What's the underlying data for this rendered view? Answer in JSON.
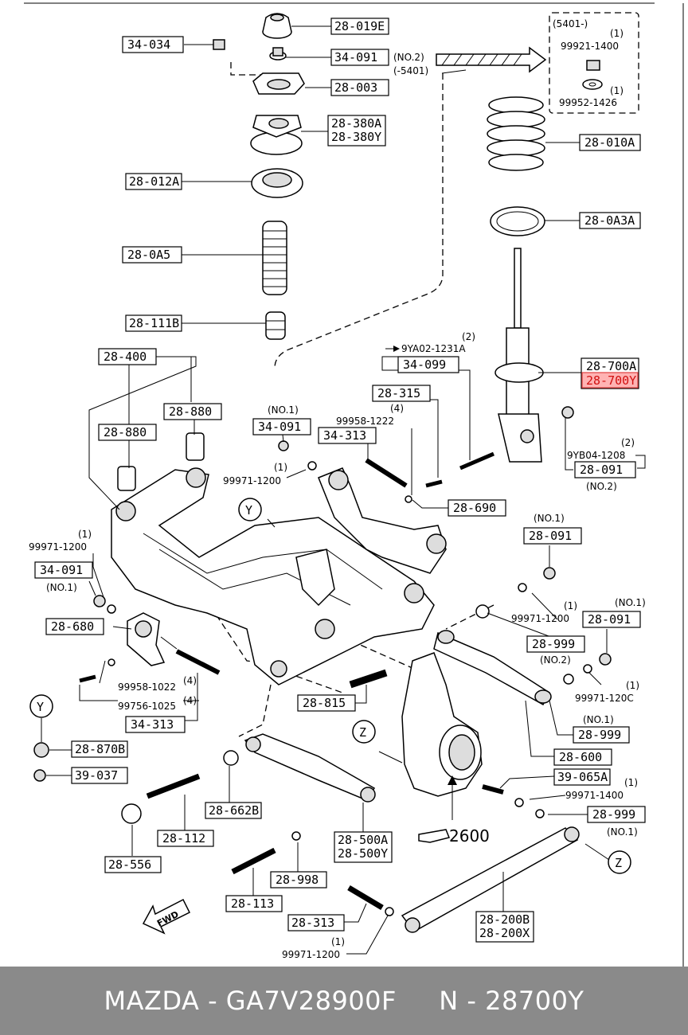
{
  "diagram": {
    "callouts": {
      "c_34_034": "34-034",
      "c_28_019e": "28-019E",
      "c_34_091_top": "34-091",
      "c_no2_top": "(NO.2)",
      "c_5401_top": "(-5401)",
      "c_28_003": "28-003",
      "c_28_380a": "28-380A",
      "c_28_380y": "28-380Y",
      "c_28_012a": "28-012A",
      "c_28_0a5": "28-0A5",
      "c_28_111b": "28-111B",
      "c_28_010a": "28-010A",
      "c_28_0a3a": "28-0A3A",
      "c_28_700a": "28-700A",
      "c_28_700y": "28-700Y",
      "c_inset_head": "(5401-)",
      "c_inset_q1a": "(1)",
      "c_inset_p1": "99921-1400",
      "c_inset_q1b": "(1)",
      "c_inset_p2": "99952-1426",
      "c_q2_9ya": "(2)",
      "c_9ya02": "9YA02-1231A",
      "c_34_099": "34-099",
      "c_28_315": "28-315",
      "c_q4_a": "(4)",
      "c_99958_1222": "99958-1222",
      "c_28_400": "28-400",
      "c_28_880a": "28-880",
      "c_28_880b": "28-880",
      "c_no1_a": "(NO.1)",
      "c_34_091_mid": "34-091",
      "c_34_313_top": "34-313",
      "c_q1_a": "(1)",
      "c_99971_1200_a": "99971-1200",
      "c_28_690": "28-690",
      "c_q2_9yb": "(2)",
      "c_9yb04": "9YB04-1208",
      "c_28_091_r1": "28-091",
      "c_no2_r1": "(NO.2)",
      "c_q1_left": "(1)",
      "c_99971_1200_left": "99971-1200",
      "c_34_091_left": "34-091",
      "c_no1_left": "(NO.1)",
      "c_no1_r2": "(NO.1)",
      "c_28_091_r2": "28-091",
      "c_q1_r2": "(1)",
      "c_99971_1200_r2": "99971-1200",
      "c_no1_r3": "(NO.1)",
      "c_28_091_r3": "28-091",
      "c_28_680": "28-680",
      "c_28_999_a": "28-999",
      "c_no2_r3": "(NO.2)",
      "c_q1_r3": "(1)",
      "c_99971_1200_r3": "99971-120C",
      "c_99958_1022": "99958-1022",
      "c_q4_b": "(4)",
      "c_99756_1025": "99756-1025",
      "c_q4_c": "(4)",
      "c_34_313_bot": "34-313",
      "c_28_815": "28-815",
      "c_no1_r4": "(NO.1)",
      "c_28_999_b": "28-999",
      "c_y_left": "Y",
      "c_y_mid": "Y",
      "c_z_mid": "Z",
      "c_z_right": "Z",
      "c_28_870b": "28-870B",
      "c_28_600": "28-600",
      "c_39_037": "39-037",
      "c_39_065a": "39-065A",
      "c_q1_r5": "(1)",
      "c_99971_1400": "99971-1400",
      "c_28_662b": "28-662B",
      "c_28_999_c": "28-999",
      "c_no1_r5": "(NO.1)",
      "c_28_112": "28-112",
      "c_28_500a": "28-500A",
      "c_28_500y": "28-500Y",
      "c_2600": "2600",
      "c_28_556": "28-556",
      "c_28_998": "28-998",
      "c_28_113": "28-113",
      "c_28_313": "28-313",
      "c_q1_bot": "(1)",
      "c_99971_1200_bot": "99971-1200",
      "c_28_200b": "28-200B",
      "c_28_200x": "28-200X",
      "c_fwd": "FWD"
    },
    "highlight_color": "#ffb3b3",
    "highlight_text_color": "#d01010"
  },
  "footer": {
    "text": "MAZDA - GA7V28900F     N - 28700Y",
    "background": "#8a8a8a"
  }
}
